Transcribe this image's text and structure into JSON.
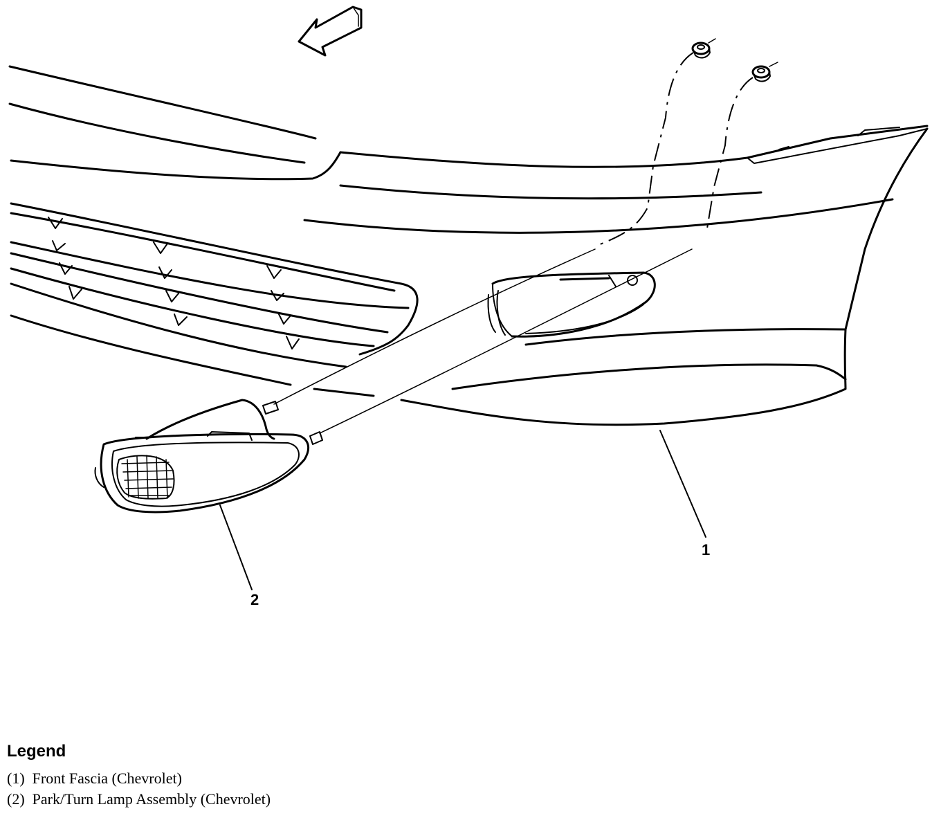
{
  "callouts": [
    {
      "id": "1",
      "label": "1"
    },
    {
      "id": "2",
      "label": "2"
    }
  ],
  "legend": {
    "title": "Legend",
    "items": [
      {
        "number": "(1)",
        "text": "Front Fascia (Chevrolet)"
      },
      {
        "number": "(2)",
        "text": "Park/Turn Lamp Assembly (Chevrolet)"
      }
    ]
  },
  "icons": [
    "direction-arrow-icon",
    "nut-icon"
  ]
}
